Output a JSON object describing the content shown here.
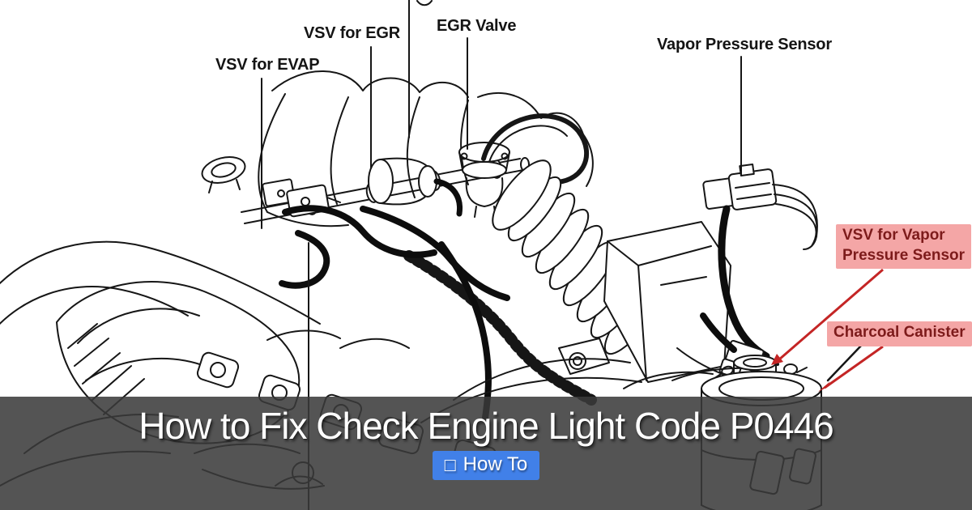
{
  "diagram": {
    "labels": [
      {
        "id": "vsv-evap",
        "text": "VSV for EVAP"
      },
      {
        "id": "vsv-egr",
        "text": "VSV for EGR"
      },
      {
        "id": "egr-valve",
        "text": "EGR Valve"
      },
      {
        "id": "vapor-pressure-sensor",
        "text": "Vapor Pressure Sensor"
      }
    ],
    "highlight_labels": [
      {
        "id": "vsv-vapor-pressure-sensor",
        "line1": "VSV for Vapor",
        "line2": "Pressure Sensor"
      },
      {
        "id": "charcoal-canister",
        "line1": "Charcoal Canister"
      }
    ],
    "colors": {
      "line": "#161616",
      "highlight_bg": "#f4a6a6",
      "highlight_text": "#7d1b1b",
      "arrow": "#c42525"
    }
  },
  "banner": {
    "title": "How to Fix Check Engine Light Code P0446",
    "overlay_color": "rgba(58,58,58,0.865)",
    "badge": {
      "icon_glyph": "□",
      "label": "How To",
      "bg": "#4180e8"
    }
  }
}
